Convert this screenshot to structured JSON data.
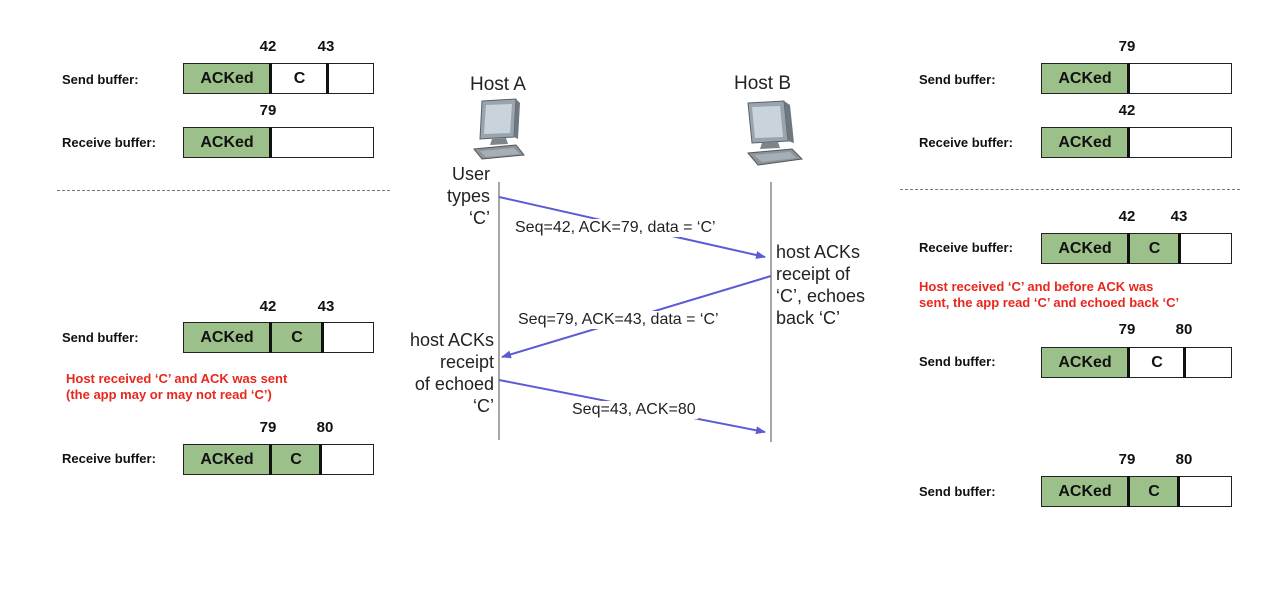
{
  "labels": {
    "send_buffer": "Send buffer:",
    "receive_buffer": "Receive buffer:",
    "acked": "ACKed",
    "c": "C"
  },
  "buffers": {
    "top_left_send": {
      "num_a": "42",
      "num_b": "43"
    },
    "top_left_recv": {
      "num_a": "79"
    },
    "top_right_send": {
      "num_a": "79"
    },
    "top_right_recv": {
      "num_a": "42"
    },
    "mid_right_recv": {
      "num_a": "42",
      "num_b": "43"
    },
    "mid_right_send": {
      "num_a": "79",
      "num_b": "80"
    },
    "bot_right_send": {
      "num_a": "79",
      "num_b": "80"
    },
    "mid_left_send": {
      "num_a": "42",
      "num_b": "43"
    },
    "bot_left_recv": {
      "num_a": "79",
      "num_b": "80"
    }
  },
  "notes": {
    "left_line1": "Host received ‘C’ and ACK was sent",
    "left_line2": "(the app may or may not  read ‘C’)",
    "right_line1": "Host received ‘C’ and before ACK was",
    "right_line2": "sent, the app read ‘C’ and echoed back ‘C’"
  },
  "hosts": {
    "a_title": "Host A",
    "b_title": "Host B"
  },
  "events": {
    "user_types": [
      "User",
      "types",
      "‘C’"
    ],
    "host_b_ack": [
      "host ACKs",
      "receipt of",
      "‘C’, echoes",
      "back ‘C’"
    ],
    "host_a_ack": [
      "host ACKs",
      "receipt",
      "of echoed",
      "‘C’"
    ]
  },
  "messages": {
    "msg1": "Seq=42, ACK=79, data = ‘C’",
    "msg2": "Seq=79, ACK=43, data = ‘C’",
    "msg3": "Seq=43, ACK=80"
  },
  "colors": {
    "acked_fill": "#9cc08a",
    "arrow": "#5b5bd6",
    "note": "#e8271d"
  }
}
